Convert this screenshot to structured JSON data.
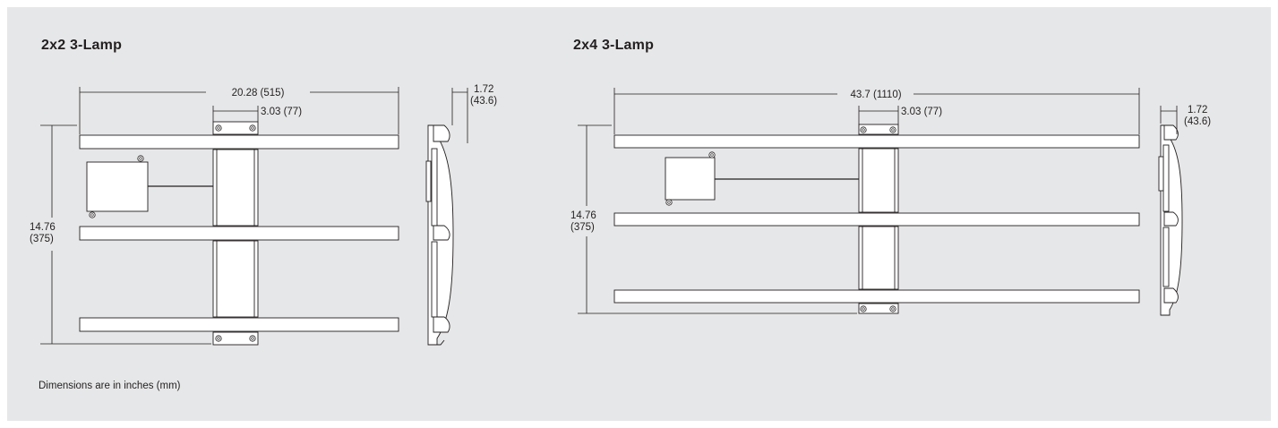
{
  "diagrams": [
    {
      "title": "2x2 3-Lamp",
      "width_dim": "20.28 (515)",
      "bracket_dim": "3.03 (77)",
      "height_dim_in": "14.76",
      "height_dim_mm": "(375)",
      "depth_dim_in": "1.72",
      "depth_dim_mm": "(43.6)"
    },
    {
      "title": "2x4 3-Lamp",
      "width_dim": "43.7 (1110)",
      "bracket_dim": "3.03 (77)",
      "height_dim_in": "14.76",
      "height_dim_mm": "(375)",
      "depth_dim_in": "1.72",
      "depth_dim_mm": "(43.6)"
    }
  ],
  "footnote": "Dimensions are in inches (mm)",
  "colors": {
    "background": "#e6e7e8",
    "line": "#231f20",
    "panel_fill": "#ffffff"
  }
}
